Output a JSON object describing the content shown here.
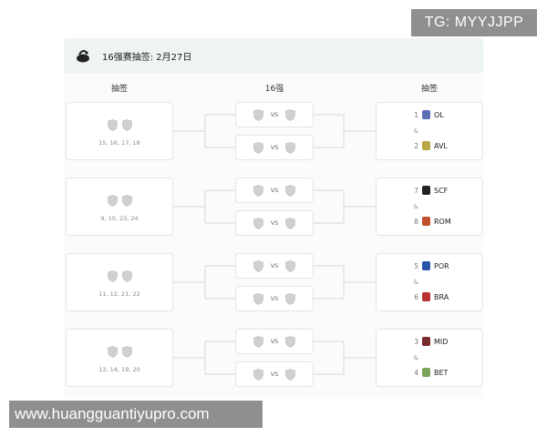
{
  "watermarks": {
    "top": "TG: MYYJJPP",
    "bottom": "www.huangguantiyupro.com"
  },
  "header": {
    "title": "16强赛抽签: 2月27日",
    "logo_icon": "whistle-icon"
  },
  "columns": {
    "left": "抽签",
    "middle": "16强",
    "right": "抽签"
  },
  "match_vs": "VS",
  "ampersand": "&",
  "groups": [
    {
      "draw_numbers": "15, 16, 17, 18",
      "teams": [
        {
          "seed": "1",
          "code": "OL",
          "crest_color": "#5a6fb5",
          "icon": "olympique-lyon-crest-icon"
        },
        {
          "seed": "2",
          "code": "AVL",
          "crest_color": "#b8a84a",
          "icon": "aston-villa-crest-icon"
        }
      ]
    },
    {
      "draw_numbers": "9, 10, 23, 24",
      "teams": [
        {
          "seed": "7",
          "code": "SCF",
          "crest_color": "#222222",
          "icon": "sc-freiburg-crest-icon"
        },
        {
          "seed": "8",
          "code": "ROM",
          "crest_color": "#c0502a",
          "icon": "as-roma-crest-icon"
        }
      ]
    },
    {
      "draw_numbers": "11, 12, 21, 22",
      "teams": [
        {
          "seed": "5",
          "code": "POR",
          "crest_color": "#2b55a8",
          "icon": "fc-porto-crest-icon"
        },
        {
          "seed": "6",
          "code": "BRA",
          "crest_color": "#b8302f",
          "icon": "sc-braga-crest-icon"
        }
      ]
    },
    {
      "draw_numbers": "13, 14, 19, 20",
      "teams": [
        {
          "seed": "3",
          "code": "MID",
          "crest_color": "#7a2a2a",
          "icon": "midtjylland-crest-icon"
        },
        {
          "seed": "4",
          "code": "BET",
          "crest_color": "#7aa45a",
          "icon": "real-betis-crest-icon"
        }
      ]
    }
  ]
}
